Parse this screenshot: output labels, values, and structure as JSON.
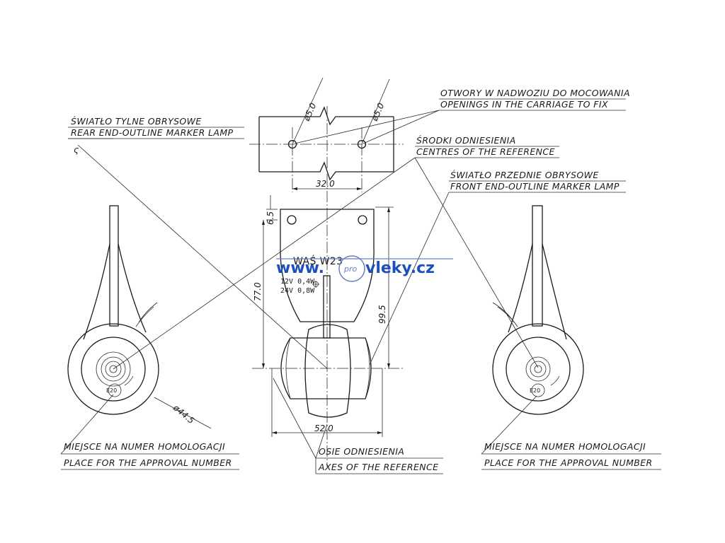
{
  "labels": {
    "rear_pl": "ŚWIATŁO TYLNE OBRYSOWE",
    "rear_en": "REAR END-OUTLINE MARKER LAMP",
    "holes_pl": "OTWORY W NADWOZIU DO MOCOWANIA",
    "holes_en": "OPENINGS IN THE CARRIAGE TO FIX",
    "centres_pl": "ŚRODKI ODNIESIENIA",
    "centres_en": "CENTRES OF THE REFERENCE",
    "front_pl": "ŚWIATŁO PRZEDNIE OBRYSOWE",
    "front_en": "FRONT END-OUTLINE MARKER LAMP",
    "approval_left_pl": "MIEJSCE NA NUMER HOMOLOGACJI",
    "approval_left_en": "PLACE FOR THE APPROVAL NUMBER",
    "axes_pl": "OSIE ODNIESIENIA",
    "axes_en": "AXES OF THE REFERENCE",
    "approval_right_pl": "MIEJSCE NA NUMER HOMOLOGACJI",
    "approval_right_en": "PLACE FOR THE APPROVAL NUMBER"
  },
  "dimensions": {
    "hole_dia_1": "ø5.0",
    "hole_dia_2": "ø5.0",
    "hole_spacing": "32.0",
    "top_offset": "6.5",
    "height": "77.0",
    "diagonal": "99.5",
    "width": "52.0",
    "lens_dia": "ø44.5"
  },
  "markings": {
    "model": "WAŚ W23",
    "rating_12v": "12V 0,4W",
    "rating_24v": "24V 0,8W",
    "approval_left": "E20",
    "approval_right": "E20",
    "wire_tag": "ς"
  },
  "watermark": {
    "prefix": "www.",
    "pro": "pro",
    "suffix": "vleky.cz",
    "color": "#1f4fbf",
    "pro_color": "#6a7fbf"
  },
  "colors": {
    "ink": "#1a1a1a",
    "background": "#ffffff"
  }
}
